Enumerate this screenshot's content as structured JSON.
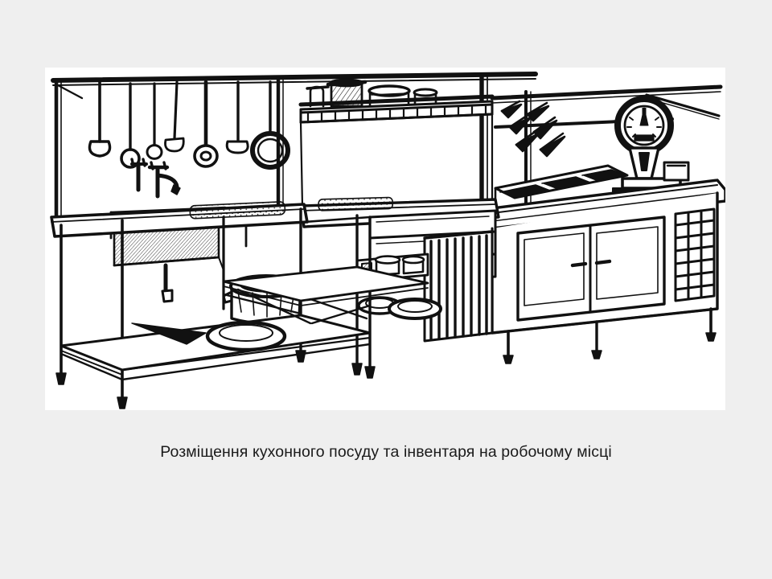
{
  "slide": {
    "background_color": "#efefef",
    "caption": "Розміщення кухонного посуду та інвентаря на робочому місці",
    "caption_color": "#1a1a1a"
  },
  "illustration": {
    "title": "kitchen-workstation-line-drawing",
    "style": "black and white hatched line drawing / engraving",
    "background_color": "#ffffff",
    "ink_color": "#111111",
    "alt_text": "Перспективне зображення кухонного робочого місця: стіл з мийкою, полиці з посудом, підвісні ополоники та шумівки, ножі на магнітній планці, циферблатні ваги та шафа з ящиками",
    "elements": [
      {
        "name": "overhead-utensil-rail",
        "label": "Підвісна планка з гачками"
      },
      {
        "name": "hanging-ladles",
        "label": "Ополоники, шумівки, черпаки",
        "count": 7
      },
      {
        "name": "wall-shelf-pots",
        "label": "Полиця з каструлями",
        "count": 4
      },
      {
        "name": "shelf-hook-strip",
        "label": "Планка з гачками під полицею",
        "count": 14
      },
      {
        "name": "sink-unit",
        "label": "Мийна ванна зі змішувачем"
      },
      {
        "name": "faucet",
        "label": "Кран-змішувач"
      },
      {
        "name": "work-table",
        "label": "Виробничий стіл"
      },
      {
        "name": "lower-shelf-pots",
        "label": "Посуд на нижній полиці",
        "count": 6
      },
      {
        "name": "drawer-bank",
        "label": "Блок висувних ящиків",
        "count": 3
      },
      {
        "name": "tray-slots",
        "label": "Вертикальні гнізда для дощок і листів",
        "count": 9
      },
      {
        "name": "knife-strip",
        "label": "Магнітна планка з ножами",
        "count": 6
      },
      {
        "name": "dial-scale",
        "label": "Циферблатні ваги"
      },
      {
        "name": "cutting-boards",
        "label": "Обробні дошки"
      },
      {
        "name": "cabinet-doors",
        "label": "Шафа з дверцятами",
        "count": 2
      },
      {
        "name": "bottle-rack",
        "label": "Стелаж-решітка"
      }
    ]
  }
}
